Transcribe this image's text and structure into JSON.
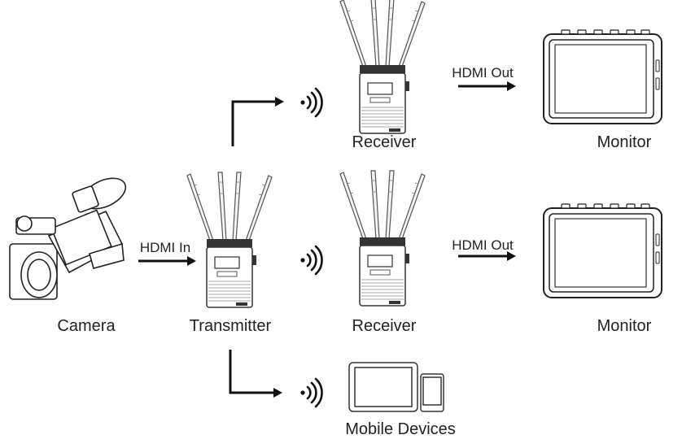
{
  "labels": {
    "camera": "Camera",
    "transmitter": "Transmitter",
    "receiver_top": "Receiver",
    "receiver_mid": "Receiver",
    "monitor_top": "Monitor",
    "monitor_mid": "Monitor",
    "mobile_devices": "Mobile Devices",
    "hdmi_in": "HDMI In",
    "hdmi_out_top": "HDMI Out",
    "hdmi_out_mid": "HDMI Out"
  },
  "icons": [
    "camera-icon",
    "transmitter-icon",
    "receiver-icon",
    "monitor-icon",
    "tablet-icon",
    "phone-icon",
    "wireless-signal-icon",
    "arrow-icon"
  ]
}
